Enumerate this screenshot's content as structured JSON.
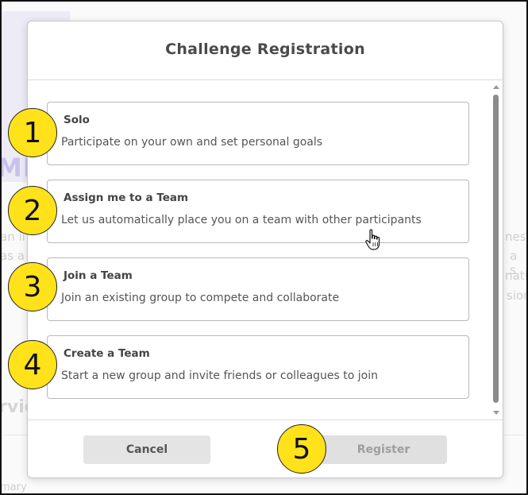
{
  "dialog": {
    "title": "Challenge Registration"
  },
  "options": [
    {
      "title": "Solo",
      "description": "Participate on your own and set personal goals"
    },
    {
      "title": "Assign me to a Team",
      "description": "Let us automatically place you on a team with other participants"
    },
    {
      "title": "Join a Team",
      "description": "Join an existing group to compete and collaborate"
    },
    {
      "title": "Create a Team",
      "description": "Start a new group and invite friends or colleagues to join"
    }
  ],
  "footer": {
    "cancel_label": "Cancel",
    "register_label": "Register"
  },
  "callouts": [
    "1",
    "2",
    "3",
    "4",
    "5"
  ],
  "background": {
    "hero_text": "ME",
    "left_fragments": [
      "an ii",
      "as a"
    ],
    "right_fragments": [
      "nes",
      "a s",
      "nati",
      "sion"
    ],
    "section_heading": "rvic",
    "footer_fragment": "mary"
  },
  "colors": {
    "callout_fill": "#ffe21a",
    "scroll_thumb": "#8c8c8c",
    "option_border": "#b9b9b9"
  },
  "icons": {
    "cursor": "hand-pointer-icon"
  }
}
